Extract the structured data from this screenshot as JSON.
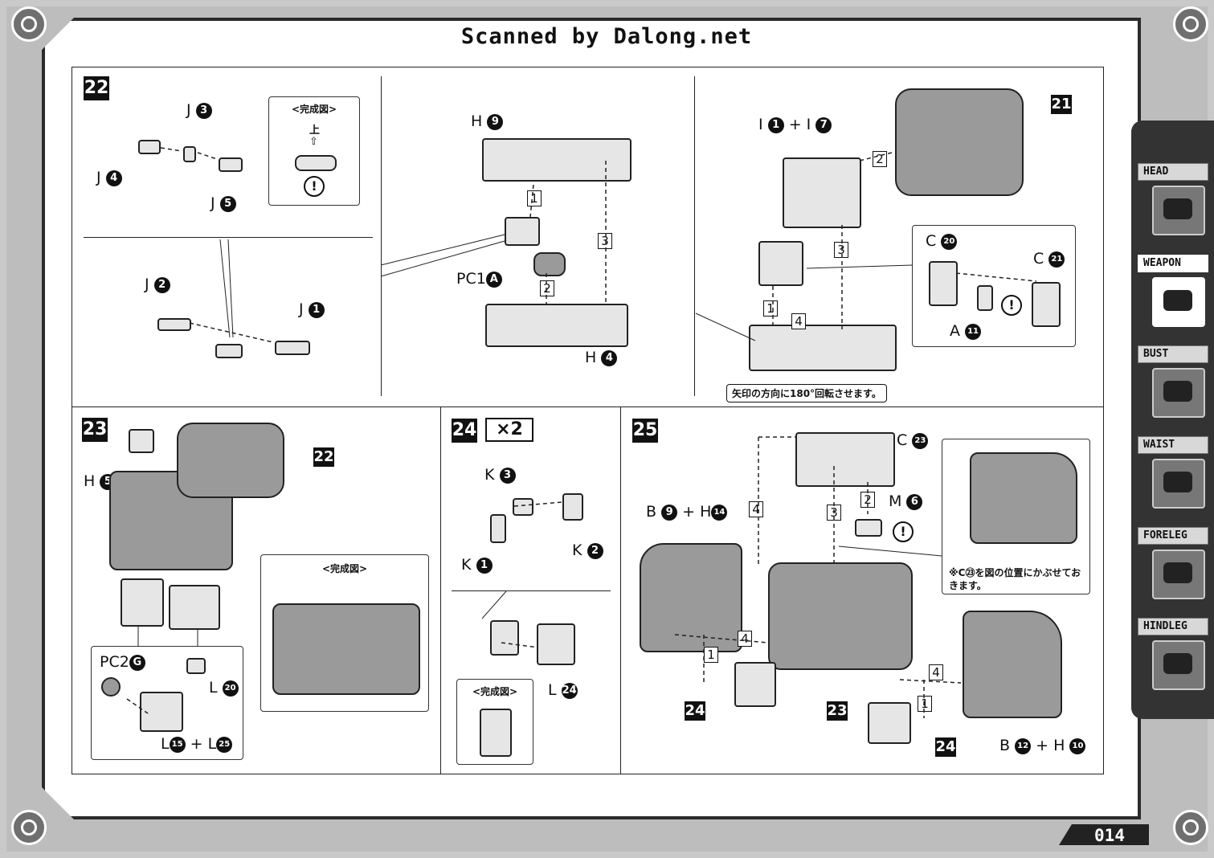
{
  "header": {
    "scan_title": "Scanned by Dalong.net"
  },
  "page_number": "014",
  "side_tabs": [
    {
      "label": "HEAD",
      "active": false
    },
    {
      "label": "WEAPON",
      "active": true
    },
    {
      "label": "BUST",
      "active": false
    },
    {
      "label": "WAIST",
      "active": false
    },
    {
      "label": "FORELEG",
      "active": false
    },
    {
      "label": "HINDLEG",
      "active": false
    }
  ],
  "step22": {
    "number": "22",
    "completed_label": "<完成図>",
    "top_label": "上",
    "parts": {
      "j3": {
        "letter": "J",
        "num": "3"
      },
      "j4": {
        "letter": "J",
        "num": "4"
      },
      "j5": {
        "letter": "J",
        "num": "5"
      },
      "j2": {
        "letter": "J",
        "num": "2"
      },
      "j1": {
        "letter": "J",
        "num": "1"
      },
      "h9": {
        "letter": "H",
        "num": "9"
      },
      "pc1a": {
        "letter": "PC1",
        "num": "A"
      },
      "h4": {
        "letter": "H",
        "num": "4"
      },
      "i1": {
        "letter": "I",
        "num": "1"
      },
      "plus": "+",
      "i7": {
        "letter": "I",
        "num": "7"
      },
      "c20": {
        "letter": "C",
        "num": "20"
      },
      "c21": {
        "letter": "C",
        "num": "21"
      },
      "a11": {
        "letter": "A",
        "num": "11"
      }
    },
    "order": {
      "o1": "1",
      "o2": "2",
      "o3": "3",
      "o1b": "1",
      "o2b": "2",
      "o3b": "3",
      "o4b": "4"
    },
    "ref": "21",
    "rotate_note": "矢印の方向に180°回転させます。"
  },
  "step23": {
    "number": "23",
    "ref": "22",
    "completed_label": "<完成図>",
    "parts": {
      "h5": {
        "letter": "H",
        "num": "5"
      },
      "pc2g": {
        "letter": "PC2",
        "num": "G"
      },
      "l20": {
        "letter": "L",
        "num": "20"
      },
      "l15": {
        "letter": "L",
        "num": "15"
      },
      "plus": "+",
      "l25": {
        "letter": "L",
        "num": "25"
      }
    }
  },
  "step24": {
    "number": "24",
    "multiplier": "×2",
    "completed_label": "<完成図>",
    "parts": {
      "k3": {
        "letter": "K",
        "num": "3"
      },
      "k2": {
        "letter": "K",
        "num": "2"
      },
      "k1": {
        "letter": "K",
        "num": "1"
      },
      "l24": {
        "letter": "L",
        "num": "24"
      }
    }
  },
  "step25": {
    "number": "25",
    "parts": {
      "c23": {
        "letter": "C",
        "num": "23"
      },
      "b9": {
        "letter": "B",
        "num": "9"
      },
      "plus": "+",
      "h14": {
        "letter": "H",
        "num": "14"
      },
      "m6": {
        "letter": "M",
        "num": "6"
      },
      "b12": {
        "letter": "B",
        "num": "12"
      },
      "h10": {
        "letter": "H",
        "num": "10"
      }
    },
    "order": {
      "o1a": "1",
      "o1b": "1",
      "o2": "2",
      "o3": "3",
      "o4a": "4",
      "o4b": "4",
      "o4c": "4"
    },
    "ref24a": "24",
    "ref23": "23",
    "ref24b": "24",
    "note": "※C㉓を図の位置にかぶせておきます。"
  }
}
